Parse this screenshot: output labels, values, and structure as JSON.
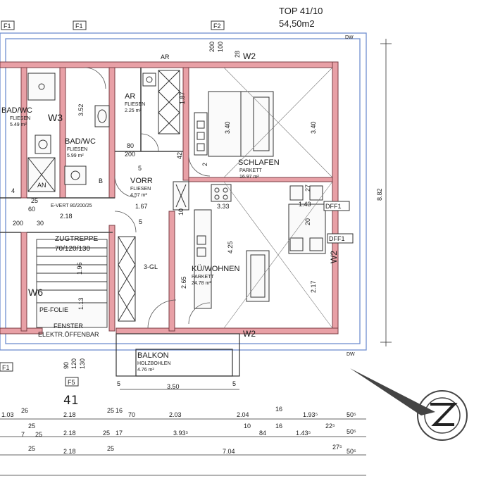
{
  "header": {
    "unit": "TOP 41/10",
    "area": "54,50m2"
  },
  "grid_tags": [
    "F1",
    "F1",
    "F2",
    "F1",
    "F5"
  ],
  "unit_number": "41",
  "rooms": [
    {
      "name": "BAD/WC",
      "floor": "FLIESEN",
      "area": "5.49 m²"
    },
    {
      "name": "BAD/WC",
      "floor": "FLIESEN",
      "area": "5.99 m²"
    },
    {
      "name": "AR",
      "floor": "FLIESEN",
      "area": "2.25 m²"
    },
    {
      "name": "VORR",
      "floor": "FLIESEN",
      "area": "4.57 m²"
    },
    {
      "name": "SCHLAFEN",
      "floor": "PARKETT",
      "area": "16.97 m²"
    },
    {
      "name": "KÜ/WOHNEN",
      "floor": "PARKETT",
      "area": "24.78 m²"
    },
    {
      "name": "BALKON",
      "floor": "HOLZBOHLEN",
      "area": "4.76 m²"
    }
  ],
  "window_tags": [
    "W2",
    "W3",
    "W6",
    "W2",
    "W2",
    "DFF1",
    "DFF1",
    "DW",
    "DW",
    "AR"
  ],
  "annotations": [
    "E-VERT 80/200/25",
    "ZUGTREPPE",
    "70/120/130",
    "PE-FOLIE",
    "FENSTER",
    "ELEKTR.ÖFFENBAR",
    "3-GL",
    "AN",
    "B"
  ],
  "inner_dims": [
    "3.52",
    "3.40",
    "3.40",
    "8.82",
    "1.87",
    "1.67",
    "3.33",
    "4.25",
    "2.17",
    "2.65",
    "1.43",
    "1.96",
    "1.13",
    "2.18",
    "80",
    "200",
    "5",
    "90",
    "120",
    "130",
    "60",
    "10",
    "200",
    "27",
    "30",
    "28",
    "20",
    "25",
    "200",
    "100",
    "42",
    "2",
    "4",
    "5"
  ],
  "balcony_dims": [
    "5",
    "3.50",
    "5"
  ],
  "dim_rows": [
    [
      "1.03",
      "26",
      "2.18",
      "25",
      "16",
      "70",
      "2.03",
      "2.04",
      "16",
      "1.93⁵",
      "50⁵"
    ],
    [
      "25",
      "7",
      "25",
      "2.18",
      "25",
      "17",
      "3.93⁵",
      "10",
      "84",
      "16",
      "1.43⁵",
      "22⁵",
      "50⁵"
    ],
    [
      "25",
      "2.18",
      "25",
      "7.04",
      "27⁵",
      "50⁵"
    ]
  ]
}
